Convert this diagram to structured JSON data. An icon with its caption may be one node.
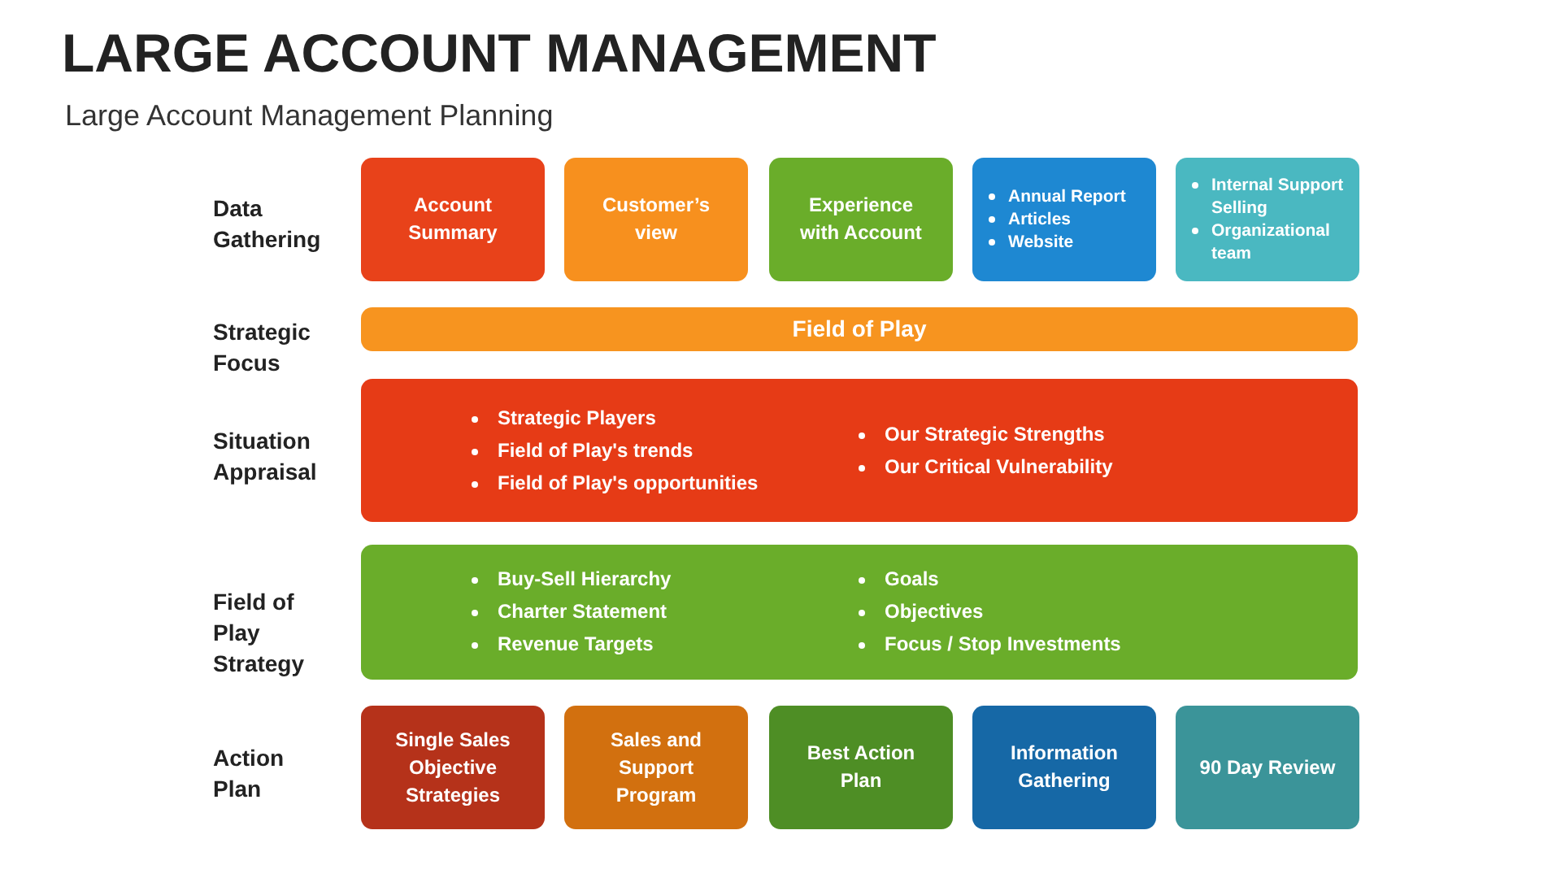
{
  "diagram": {
    "title": "LARGE ACCOUNT MANAGEMENT",
    "nodes": [
      {
        "text": [
          "Account Summary"
        ]
      },
      {
        "text": [
          "Customer’s view"
        ]
      },
      {
        "text": [
          "Experience with Account"
        ]
      },
      {
        "text": [
          "Annual Report",
          "Articles",
          "Website"
        ]
      },
      {
        "text": [
          "Internal Support Selling",
          "Organizational team"
        ]
      },
      {
        "text": [
          "Field of Play"
        ]
      },
      {
        "text": [
          "Strategic Players",
          "Field of Play's trends",
          "Field of Play's opportunities",
          "Our Strategic Strengths",
          "Our Critical Vulnerability"
        ]
      },
      {
        "text": [
          "Buy-Sell Hierarchy",
          "Charter Statement",
          "Revenue Targets",
          "Goals",
          "Objectives",
          "Focus / Stop Investments"
        ]
      },
      {
        "text": [
          "Single Sales Objective Strategies"
        ]
      },
      {
        "text": [
          "Sales and Support Program"
        ]
      },
      {
        "text": [
          "Best Action Plan"
        ]
      },
      {
        "text": [
          "Information Gathering"
        ]
      },
      {
        "text": [
          "90 Day Review"
        ]
      }
    ],
    "labels": [
      "Large Account Management Planning",
      "Data Gathering",
      "Strategic Focus",
      "Situation Appraisal",
      "Field of Play Strategy",
      "Action Plan"
    ]
  }
}
